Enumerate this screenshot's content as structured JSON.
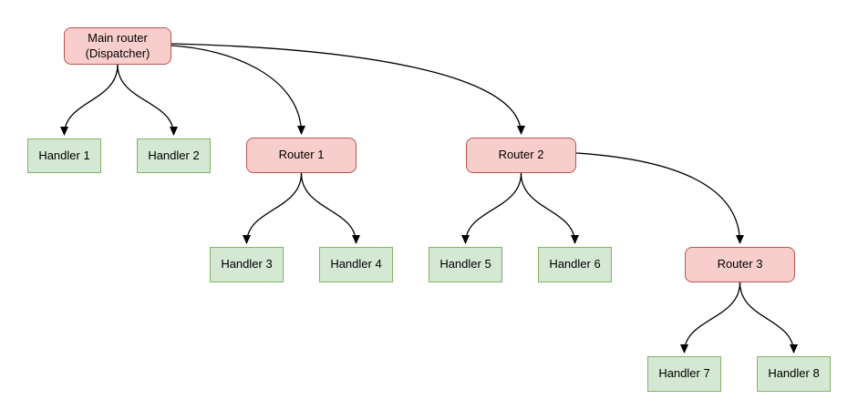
{
  "diagram": {
    "type": "tree-flowchart",
    "colors": {
      "router_fill": "#F8CECC",
      "router_border": "#B85450",
      "handler_fill": "#D5E8D4",
      "handler_border": "#82B366",
      "edge_stroke": "#000000",
      "background": "#FFFFFF",
      "text": "#000000"
    },
    "nodes": {
      "main_router": {
        "label": "Main router\n(Dispatcher)",
        "type": "router"
      },
      "handler_1": {
        "label": "Handler 1",
        "type": "handler"
      },
      "handler_2": {
        "label": "Handler 2",
        "type": "handler"
      },
      "router_1": {
        "label": "Router 1",
        "type": "router"
      },
      "router_2": {
        "label": "Router 2",
        "type": "router"
      },
      "handler_3": {
        "label": "Handler 3",
        "type": "handler"
      },
      "handler_4": {
        "label": "Handler 4",
        "type": "handler"
      },
      "handler_5": {
        "label": "Handler 5",
        "type": "handler"
      },
      "handler_6": {
        "label": "Handler 6",
        "type": "handler"
      },
      "router_3": {
        "label": "Router 3",
        "type": "router"
      },
      "handler_7": {
        "label": "Handler 7",
        "type": "handler"
      },
      "handler_8": {
        "label": "Handler 8",
        "type": "handler"
      }
    },
    "edges": [
      {
        "from": "main_router",
        "to": "handler_1"
      },
      {
        "from": "main_router",
        "to": "handler_2"
      },
      {
        "from": "main_router",
        "to": "router_1"
      },
      {
        "from": "main_router",
        "to": "router_2"
      },
      {
        "from": "router_1",
        "to": "handler_3"
      },
      {
        "from": "router_1",
        "to": "handler_4"
      },
      {
        "from": "router_2",
        "to": "handler_5"
      },
      {
        "from": "router_2",
        "to": "handler_6"
      },
      {
        "from": "router_2",
        "to": "router_3"
      },
      {
        "from": "router_3",
        "to": "handler_7"
      },
      {
        "from": "router_3",
        "to": "handler_8"
      }
    ]
  }
}
